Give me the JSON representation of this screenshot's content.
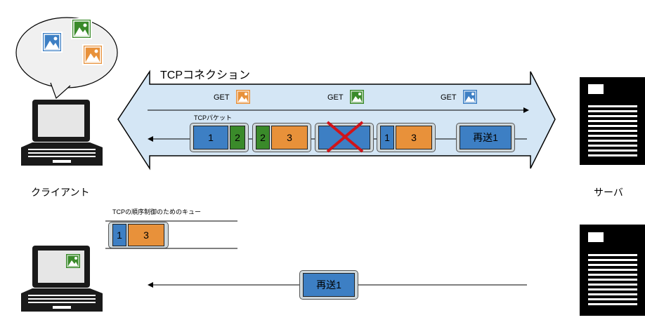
{
  "tcp_connection": {
    "title": "TCPコネクション",
    "packet_label": "TCPパケット"
  },
  "get_requests": [
    {
      "label": "GET",
      "image": "orange-image-icon"
    },
    {
      "label": "GET",
      "image": "green-image-icon"
    },
    {
      "label": "GET",
      "image": "blue-image-icon"
    }
  ],
  "packets": {
    "p1": "1",
    "p2a": "2",
    "p2b": "2",
    "p3a": "3",
    "p1b": "1",
    "p3b": "3",
    "resend": "再送1"
  },
  "client": {
    "label": "クライアント"
  },
  "server": {
    "label": "サーバ"
  },
  "queue": {
    "label": "TCPの順序制御のためのキュー",
    "items": [
      "1",
      "3"
    ]
  },
  "bottom": {
    "resend": "再送1"
  },
  "colors": {
    "blue": "#3d7fc4",
    "green": "#3a8a2a",
    "orange": "#e8913a",
    "pipe": "#d4e6f5",
    "x": "#d0141a"
  }
}
